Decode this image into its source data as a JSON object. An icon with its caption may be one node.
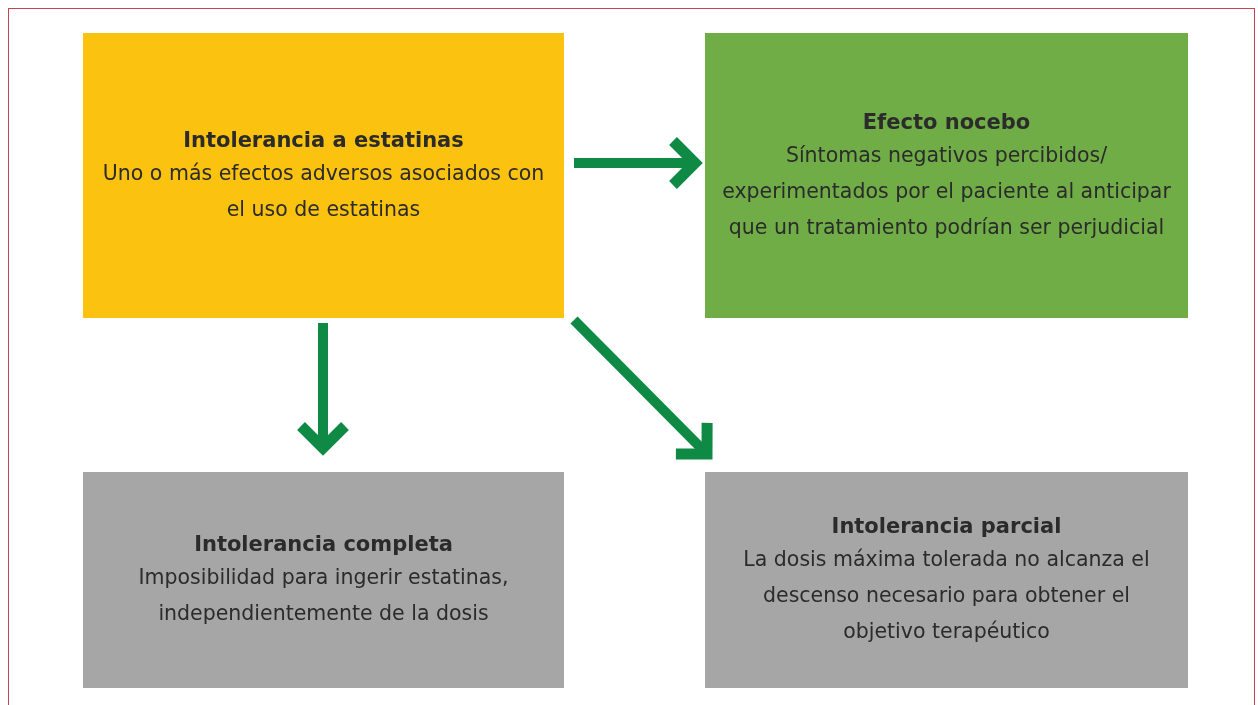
{
  "diagram": {
    "nodes": [
      {
        "text": [
          "Intolerancia a estatinas",
          "Uno o más efectos adversos asociados con el uso de estatinas"
        ]
      },
      {
        "text": [
          "Efecto nocebo",
          "Síntomas negativos percibidos/ experimentados por el paciente al anticipar que un tratamiento podrían ser perjudicial"
        ]
      },
      {
        "text": [
          "Intolerancia completa",
          "Imposibilidad para ingerir estatinas, independientemente de la dosis"
        ]
      },
      {
        "text": [
          "Intolerancia parcial",
          "La dosis máxima tolerada no alcanza el descenso necesario para obtener el objetivo terapéutico"
        ]
      }
    ],
    "edges": [
      {
        "from": 0,
        "to": 1,
        "arrow": "to"
      },
      {
        "from": 0,
        "to": 2,
        "arrow": "to"
      },
      {
        "from": 0,
        "to": 3,
        "arrow": "to"
      }
    ]
  }
}
